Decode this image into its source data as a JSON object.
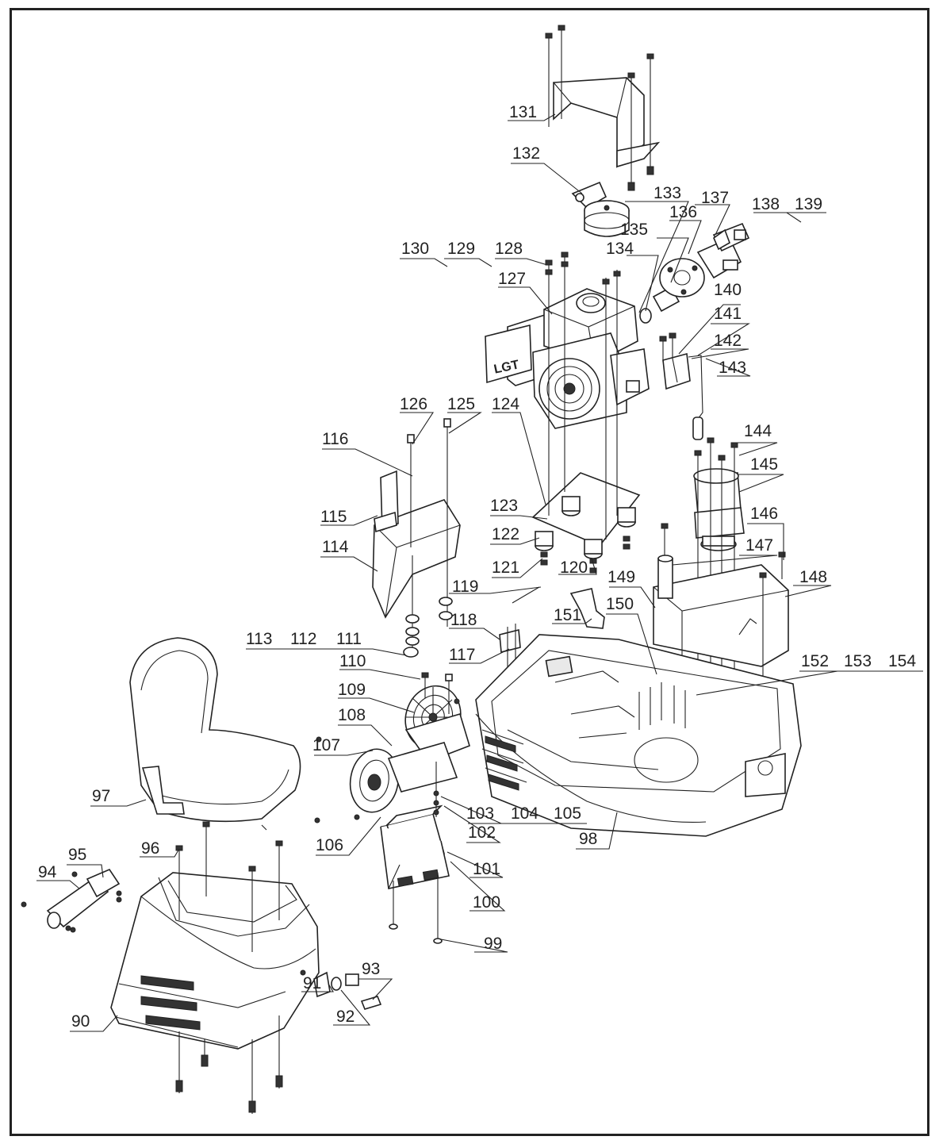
{
  "diagram": {
    "engine_logo": "LGT",
    "labels": [
      {
        "id": "l90",
        "text": "90"
      },
      {
        "id": "l91",
        "text": "91"
      },
      {
        "id": "l92",
        "text": "92"
      },
      {
        "id": "l93",
        "text": "93"
      },
      {
        "id": "l94",
        "text": "94"
      },
      {
        "id": "l95",
        "text": "95"
      },
      {
        "id": "l96",
        "text": "96"
      },
      {
        "id": "l97",
        "text": "97"
      },
      {
        "id": "l98",
        "text": "98"
      },
      {
        "id": "l99",
        "text": "99"
      },
      {
        "id": "l100",
        "text": "100"
      },
      {
        "id": "l101",
        "text": "101"
      },
      {
        "id": "l102",
        "text": "102"
      },
      {
        "id": "l103",
        "text": "103"
      },
      {
        "id": "l104",
        "text": "104"
      },
      {
        "id": "l105",
        "text": "105"
      },
      {
        "id": "l106",
        "text": "106"
      },
      {
        "id": "l107",
        "text": "107"
      },
      {
        "id": "l108",
        "text": "108"
      },
      {
        "id": "l109",
        "text": "109"
      },
      {
        "id": "l110",
        "text": "110"
      },
      {
        "id": "l111",
        "text": "111"
      },
      {
        "id": "l112",
        "text": "112"
      },
      {
        "id": "l113",
        "text": "113"
      },
      {
        "id": "l114",
        "text": "114"
      },
      {
        "id": "l115",
        "text": "115"
      },
      {
        "id": "l116",
        "text": "116"
      },
      {
        "id": "l117",
        "text": "117"
      },
      {
        "id": "l118",
        "text": "118"
      },
      {
        "id": "l119",
        "text": "119"
      },
      {
        "id": "l120",
        "text": "120"
      },
      {
        "id": "l121",
        "text": "121"
      },
      {
        "id": "l122",
        "text": "122"
      },
      {
        "id": "l123",
        "text": "123"
      },
      {
        "id": "l124",
        "text": "124"
      },
      {
        "id": "l125",
        "text": "125"
      },
      {
        "id": "l126",
        "text": "126"
      },
      {
        "id": "l127",
        "text": "127"
      },
      {
        "id": "l128",
        "text": "128"
      },
      {
        "id": "l129",
        "text": "129"
      },
      {
        "id": "l130",
        "text": "130"
      },
      {
        "id": "l131",
        "text": "131"
      },
      {
        "id": "l132",
        "text": "132"
      },
      {
        "id": "l133",
        "text": "133"
      },
      {
        "id": "l134",
        "text": "134"
      },
      {
        "id": "l135",
        "text": "135"
      },
      {
        "id": "l136",
        "text": "136"
      },
      {
        "id": "l137",
        "text": "137"
      },
      {
        "id": "l138",
        "text": "138"
      },
      {
        "id": "l139",
        "text": "139"
      },
      {
        "id": "l140",
        "text": "140"
      },
      {
        "id": "l141",
        "text": "141"
      },
      {
        "id": "l142",
        "text": "142"
      },
      {
        "id": "l143",
        "text": "143"
      },
      {
        "id": "l144",
        "text": "144"
      },
      {
        "id": "l145",
        "text": "145"
      },
      {
        "id": "l146",
        "text": "146"
      },
      {
        "id": "l147",
        "text": "147"
      },
      {
        "id": "l148",
        "text": "148"
      },
      {
        "id": "l149",
        "text": "149"
      },
      {
        "id": "l150",
        "text": "150"
      },
      {
        "id": "l151",
        "text": "151"
      },
      {
        "id": "l152",
        "text": "152"
      },
      {
        "id": "l153",
        "text": "153"
      },
      {
        "id": "l154",
        "text": "154"
      }
    ]
  }
}
